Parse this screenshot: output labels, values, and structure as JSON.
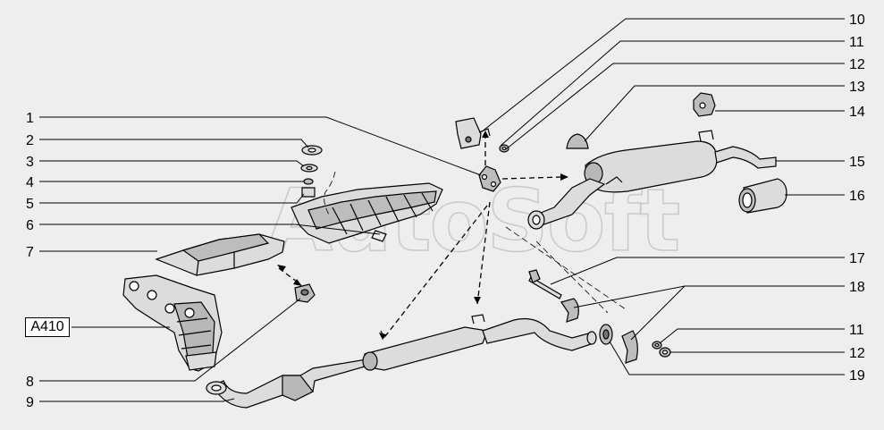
{
  "watermark": "AutoSoft",
  "reference_label": "A410",
  "callouts_left": [
    "1",
    "2",
    "3",
    "4",
    "5",
    "6",
    "7",
    "8",
    "9"
  ],
  "callouts_right": [
    "10",
    "11",
    "12",
    "13",
    "14",
    "15",
    "16",
    "17",
    "18",
    "11",
    "12",
    "19"
  ],
  "colors": {
    "background": "#eeeeee",
    "part_fill": "#dcdcdc",
    "part_shade": "#b8b8b8",
    "line": "#000000",
    "watermark": "#c9c9c9"
  }
}
